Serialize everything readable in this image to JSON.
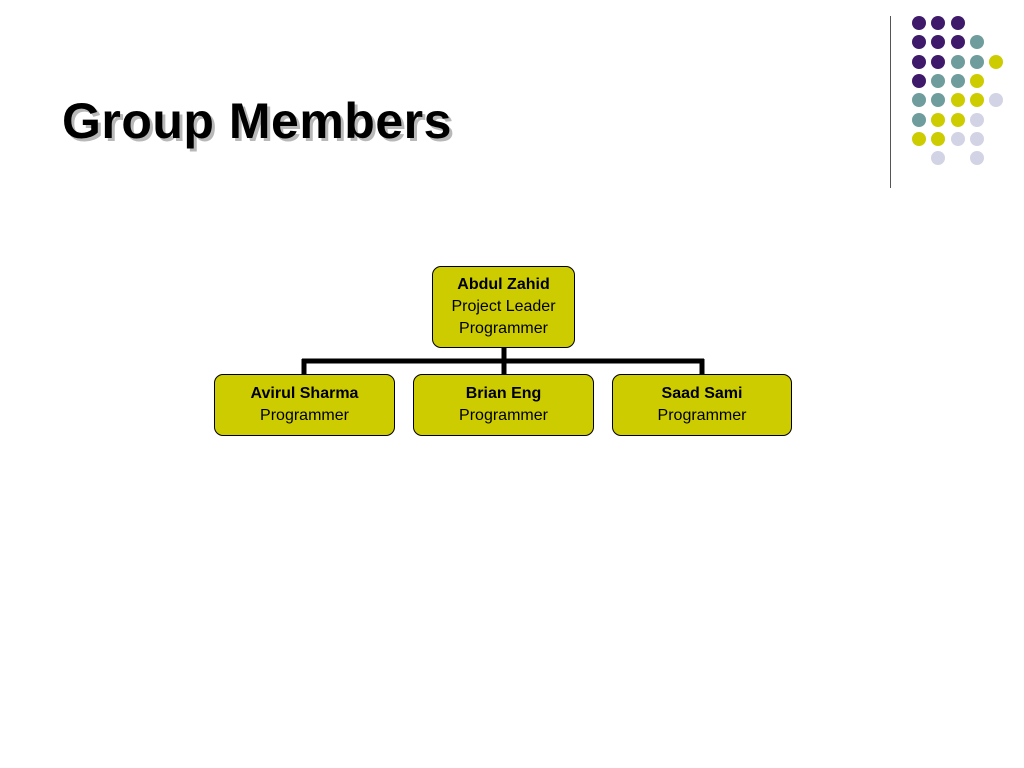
{
  "slide": {
    "title": "Group Members"
  },
  "colors": {
    "node_fill": "#CCCC00",
    "node_border": "#000000",
    "connector": "#000000",
    "divider": "#555555",
    "dot_palette": {
      "purple": "#3F1A6B",
      "teal": "#6F9C9C",
      "olive": "#CCCC00",
      "lavender": "#D3D3E6"
    }
  },
  "decoration_dot_grid": [
    [
      "purple",
      "purple",
      "purple",
      null,
      null
    ],
    [
      "purple",
      "purple",
      "purple",
      "teal",
      null
    ],
    [
      "purple",
      "purple",
      "teal",
      "teal",
      "olive"
    ],
    [
      "purple",
      "teal",
      "teal",
      "olive",
      null
    ],
    [
      "teal",
      "teal",
      "olive",
      "olive",
      "lavender"
    ],
    [
      "teal",
      "olive",
      "olive",
      "lavender",
      null
    ],
    [
      "olive",
      "olive",
      "lavender",
      "lavender",
      null
    ],
    [
      null,
      "lavender",
      null,
      "lavender",
      null
    ]
  ],
  "org_chart": {
    "root": {
      "name": "Abdul Zahid",
      "roles": [
        "Project Leader",
        "Programmer"
      ]
    },
    "children": [
      {
        "name": "Avirul Sharma",
        "roles": [
          "Programmer"
        ]
      },
      {
        "name": "Brian Eng",
        "roles": [
          "Programmer"
        ]
      },
      {
        "name": "Saad Sami",
        "roles": [
          "Programmer"
        ]
      }
    ]
  }
}
